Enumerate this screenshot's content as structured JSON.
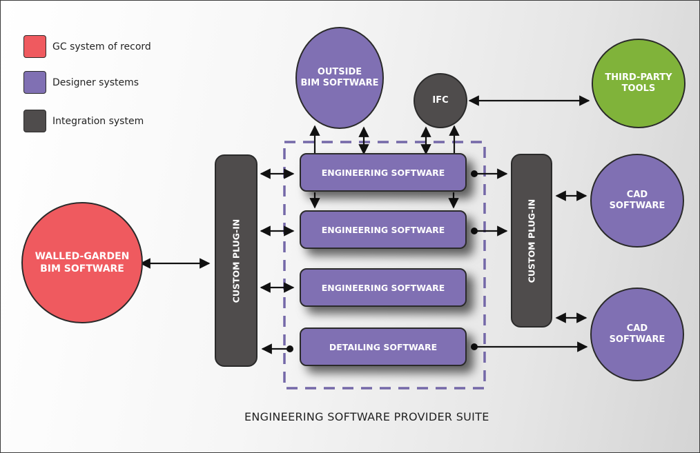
{
  "legend": [
    {
      "label": "GC system of record",
      "color": "#ef5a5f"
    },
    {
      "label": "Designer systems",
      "color": "#8070b3"
    },
    {
      "label": "Integration system",
      "color": "#4f4c4c"
    }
  ],
  "nodes": {
    "outside_bim": "OUTSIDE\nBIM SOFTWARE",
    "ifc": "IFC",
    "third_party": "THIRD-PARTY\nTOOLS",
    "walled_garden": "WALLED-GARDEN\nBIM SOFTWARE",
    "cad_1": "CAD\nSOFTWARE",
    "cad_2": "CAD\nSOFTWARE"
  },
  "suite_boxes": [
    "ENGINEERING SOFTWARE",
    "ENGINEERING SOFTWARE",
    "ENGINEERING SOFTWARE",
    "DETAILING SOFTWARE"
  ],
  "plugins": {
    "left": "CUSTOM PLUG-IN",
    "right": "CUSTOM PLUG-IN"
  },
  "caption": "ENGINEERING SOFTWARE PROVIDER SUITE",
  "colors": {
    "gc": "#ef5a5f",
    "designer": "#8070b3",
    "integration": "#4f4c4c",
    "third_party": "#80b33a",
    "suite_border": "#7468a8"
  }
}
